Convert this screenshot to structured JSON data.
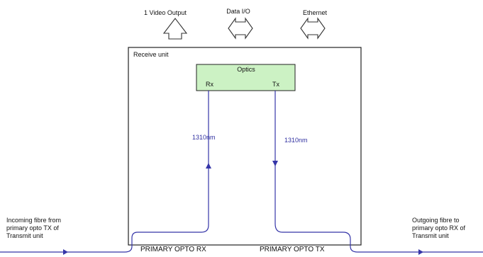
{
  "top_labels": {
    "video": "1 Video Output",
    "data": "Data I/O",
    "ethernet": "Ethernet"
  },
  "receive_unit": {
    "title": "Receive unit"
  },
  "optics": {
    "title": "Optics",
    "rx": "Rx",
    "tx": "Tx"
  },
  "wavelengths": {
    "left": "1310nm",
    "right": "1310nm"
  },
  "notes": {
    "incoming": "Incoming fibre from primary opto TX of Transmit unit",
    "outgoing": "Outgoing fibre to primary opto RX of Transmit unit"
  },
  "bottom_labels": {
    "rx": "PRIMARY OPTO RX",
    "tx": "PRIMARY OPTO TX"
  },
  "colors": {
    "fibre": "#3535a8",
    "optics_fill": "#ccf2c4",
    "outline": "#222222"
  }
}
